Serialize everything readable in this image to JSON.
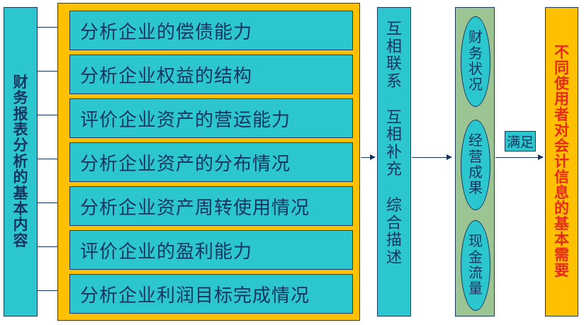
{
  "diagram": {
    "title_column": {
      "label": "财务报表分析的基本内容",
      "chars": [
        "财",
        "务",
        "报",
        "表",
        "分",
        "析",
        "的",
        "基",
        "本",
        "内",
        "容"
      ],
      "fill_color": "#2CC6CE",
      "text_color": "#16355E"
    },
    "list_panel": {
      "fill_color": "#FFC000",
      "item_fill_color": "#2CC6CE",
      "items": [
        {
          "label": "分析企业的偿债能力"
        },
        {
          "label": "分析企业权益的结构"
        },
        {
          "label": "评价企业资产的营运能力"
        },
        {
          "label": "分析企业资产的分布情况"
        },
        {
          "label": "分析企业资产周转使用情况"
        },
        {
          "label": "评价企业的盈利能力"
        },
        {
          "label": "分析企业利润目标完成情况"
        }
      ]
    },
    "relation_column": {
      "fill_color": "#2CC6CE",
      "groups": [
        {
          "label": "互相联系",
          "chars": [
            "互",
            "相",
            "联",
            "系"
          ]
        },
        {
          "label": "互相补充",
          "chars": [
            "互",
            "相",
            "补",
            "充"
          ]
        },
        {
          "label": "综合描述",
          "chars": [
            "综",
            "合",
            "描",
            "述"
          ]
        }
      ]
    },
    "outcome_column": {
      "fill_color": "#9DC594",
      "oval_fill_color": "#2CC6CE",
      "ovals": [
        {
          "label": "财务状况",
          "chars": [
            "财",
            "务",
            "状",
            "况"
          ]
        },
        {
          "label": "经营成果",
          "chars": [
            "经",
            "营",
            "成",
            "果"
          ]
        },
        {
          "label": "现金流量",
          "chars": [
            "现",
            "金",
            "流",
            "量"
          ]
        }
      ]
    },
    "satisfy_label": {
      "label": "满足",
      "fill_color": "#2CC6CE"
    },
    "need_column": {
      "label": "不同使用者对会计信息的基本需要",
      "chars": [
        "不",
        "同",
        "使",
        "用",
        "者",
        "对",
        "会",
        "计",
        "信",
        "息",
        "的",
        "基",
        "本",
        "需",
        "要"
      ],
      "fill_color": "#FFC000",
      "text_color": "#E8291C"
    }
  }
}
